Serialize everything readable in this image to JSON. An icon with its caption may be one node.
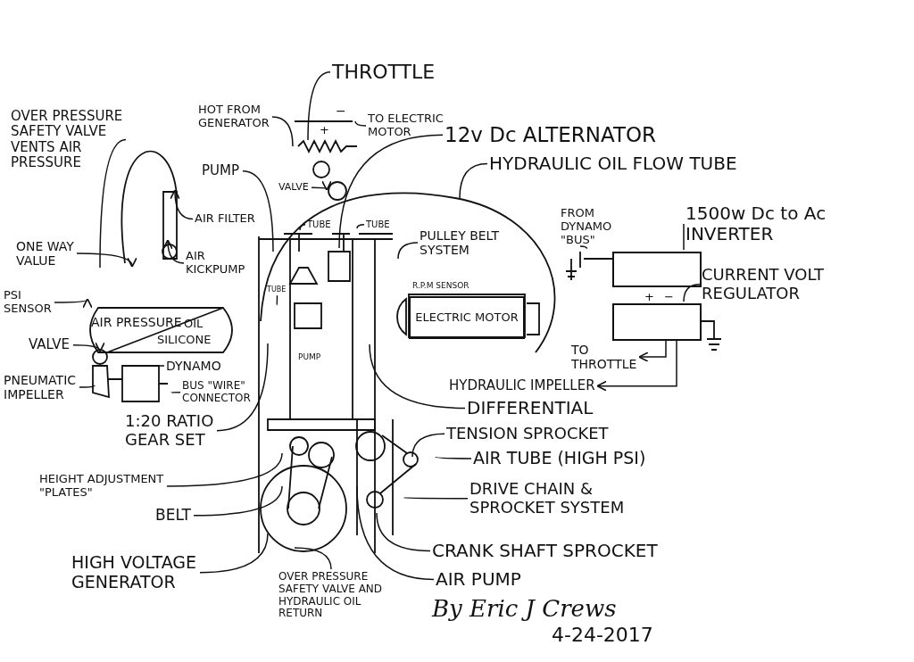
{
  "diagram": {
    "nodes": [
      {
        "text": [
          "THROTTLE"
        ]
      },
      {
        "text": [
          "HOT FROM GENERATOR"
        ]
      },
      {
        "text": [
          "TO ELECTRIC MOTOR"
        ]
      },
      {
        "text": [
          "12v Dc ALTERNATOR"
        ]
      },
      {
        "text": [
          "HYDRAULIC OIL FLOW TUBE"
        ]
      },
      {
        "text": [
          "PUMP"
        ]
      },
      {
        "text": [
          "VALVE"
        ]
      },
      {
        "text": [
          "OVER PRESSURE SAFETY VALVE VENTS AIR PRESSURE"
        ]
      },
      {
        "text": [
          "AIR FILTER"
        ]
      },
      {
        "text": [
          "AIR KICKPUMP"
        ]
      },
      {
        "text": [
          "ONE WAY VALUE"
        ]
      },
      {
        "text": [
          "PSI SENSOR"
        ]
      },
      {
        "text": [
          "VALVE"
        ]
      },
      {
        "text": [
          "PNEUMATIC IMPELLER"
        ]
      },
      {
        "text": [
          "DYNAMO"
        ]
      },
      {
        "text": [
          "BUS \"WIRE\" CONNECTOR"
        ]
      },
      {
        "text": [
          "1:20 RATIO GEAR SET"
        ]
      },
      {
        "text": [
          "TUBE"
        ]
      },
      {
        "text": [
          "TUBE"
        ]
      },
      {
        "text": [
          "TUBE"
        ]
      },
      {
        "text": [
          "PULLEY BELT SYSTEM"
        ]
      },
      {
        "text": [
          "ELECTRIC MOTOR"
        ]
      },
      {
        "text": [
          "FROM DYNAMO \"BUS\""
        ]
      },
      {
        "text": [],
        "shape": "box"
      },
      {
        "text": [
          "1500w Dc to Ac INVERTER"
        ]
      },
      {
        "text": [],
        "shape": "box"
      },
      {
        "text": [
          "CURRENT VOLT REGULATOR"
        ]
      },
      {
        "text": [
          "TO THROTTLE"
        ]
      },
      {
        "text": [
          "HYDRAULIC IMPELLER"
        ]
      },
      {
        "text": [
          "DIFFERENTIAL"
        ]
      },
      {
        "text": [
          "TENSION SPROCKET"
        ]
      },
      {
        "text": [
          "AIR TUBE (HIGH PSI)"
        ]
      },
      {
        "text": [
          "DRIVE CHAIN & SPROCKET SYSTEM"
        ]
      },
      {
        "text": [
          "HEIGHT ADJUSTMENT \"PLATES\""
        ]
      },
      {
        "text": [
          "BELT"
        ]
      },
      {
        "text": [
          "HIGH VOLTAGE GENERATOR"
        ]
      },
      {
        "text": [
          "OVER PRESSURE SAFETY VALVE AND HYDRAULIC OIL RETURN"
        ]
      },
      {
        "text": [
          "CRANK SHAFT SPROCKET"
        ]
      },
      {
        "text": [
          "AIR PUMP"
        ]
      }
    ],
    "edges": [
      {
        "from": 0,
        "to": null,
        "arrow": "none"
      },
      {
        "from": 1,
        "to": null,
        "arrow": "none"
      },
      {
        "from": 2,
        "to": null,
        "arrow": "none"
      },
      {
        "from": 3,
        "to": null,
        "arrow": "none"
      },
      {
        "from": 4,
        "to": null,
        "arrow": "none"
      },
      {
        "from": 5,
        "to": null,
        "arrow": "none"
      },
      {
        "from": 6,
        "to": null,
        "arrow": "to"
      },
      {
        "from": 7,
        "to": null,
        "arrow": "none"
      },
      {
        "from": 8,
        "to": null,
        "arrow": "to"
      },
      {
        "from": 9,
        "to": null,
        "arrow": "to"
      },
      {
        "from": 10,
        "to": null,
        "arrow": "to"
      },
      {
        "from": 11,
        "to": null,
        "arrow": "to"
      },
      {
        "from": 12,
        "to": null,
        "arrow": "to"
      },
      {
        "from": 13,
        "to": null,
        "arrow": "none"
      },
      {
        "from": 14,
        "to": null,
        "arrow": "none"
      },
      {
        "from": 15,
        "to": null,
        "arrow": "none"
      },
      {
        "from": 16,
        "to": null,
        "arrow": "none"
      },
      {
        "from": 17,
        "to": null,
        "arrow": "none"
      },
      {
        "from": 18,
        "to": null,
        "arrow": "none"
      },
      {
        "from": 19,
        "to": null,
        "arrow": "none"
      },
      {
        "from": 20,
        "to": null,
        "arrow": "none"
      },
      {
        "from": 22,
        "to": null,
        "arrow": "none"
      },
      {
        "from": 24,
        "to": 23,
        "arrow": "none"
      },
      {
        "from": 26,
        "to": 25,
        "arrow": "none"
      },
      {
        "from": 25,
        "to": 27,
        "arrow": "to"
      },
      {
        "from": 25,
        "to": 28,
        "arrow": "to"
      },
      {
        "from": 29,
        "to": null,
        "arrow": "none"
      },
      {
        "from": 30,
        "to": null,
        "arrow": "none"
      },
      {
        "from": 31,
        "to": null,
        "arrow": "none"
      },
      {
        "from": 32,
        "to": null,
        "arrow": "none"
      },
      {
        "from": 33,
        "to": null,
        "arrow": "none"
      },
      {
        "from": 34,
        "to": null,
        "arrow": "none"
      },
      {
        "from": 35,
        "to": null,
        "arrow": "none"
      },
      {
        "from": 36,
        "to": null,
        "arrow": "none"
      },
      {
        "from": 37,
        "to": null,
        "arrow": "none"
      },
      {
        "from": 38,
        "to": null,
        "arrow": "none"
      }
    ],
    "labels": [
      "+",
      "−",
      "AIR PRESSURE",
      "OIL",
      "SILICONE",
      "PUMP",
      "R.P.M SENSOR",
      "+",
      "−",
      "By Eric J Crews",
      "4-24-2017"
    ]
  }
}
